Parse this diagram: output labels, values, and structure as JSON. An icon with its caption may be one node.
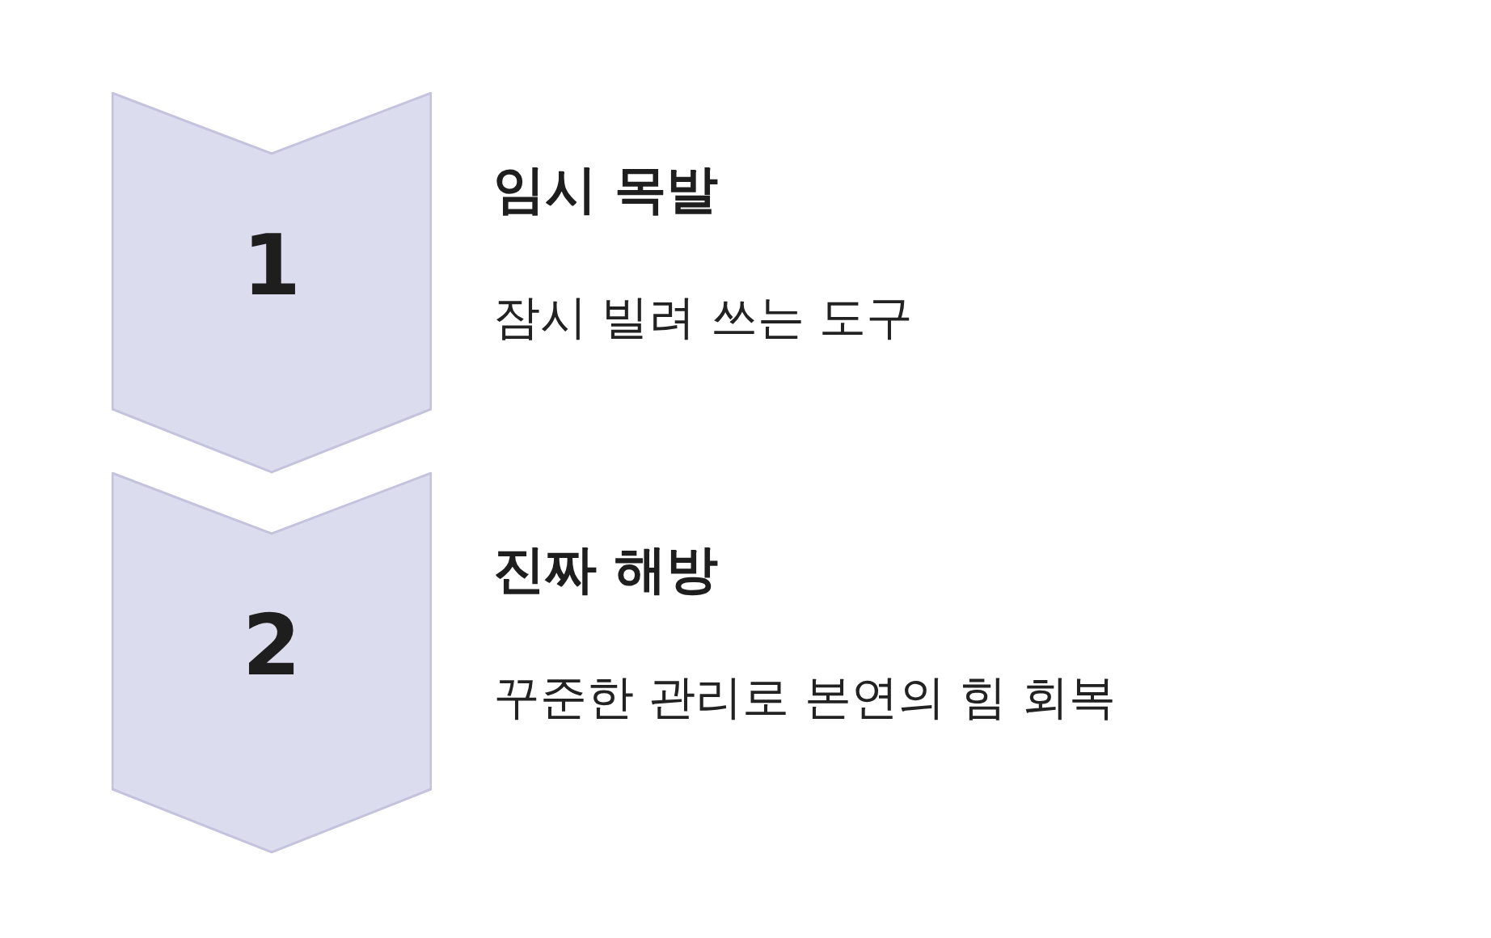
{
  "diagram": {
    "nodes": [
      {
        "text": [
          "1"
        ],
        "beside": [
          "임시 목발",
          "잠시 빌려 쓰는 도구"
        ]
      },
      {
        "text": [
          "2"
        ],
        "beside": [
          "진짜 해방",
          "꾸준한 관리로 본연의 힘 회복"
        ]
      }
    ]
  }
}
